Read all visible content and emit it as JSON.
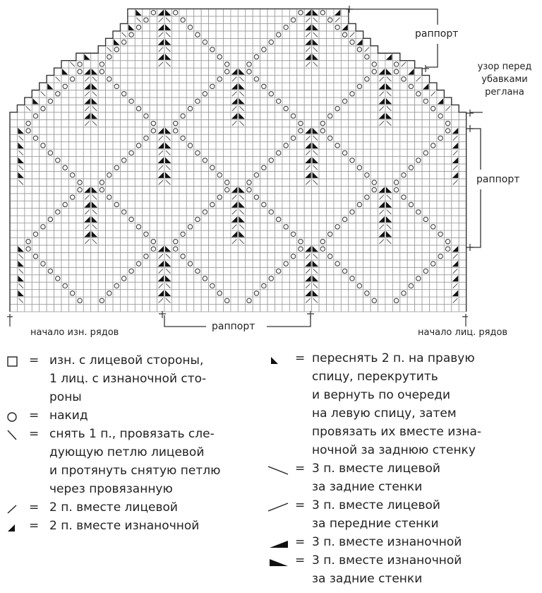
{
  "labels": {
    "rapport_top": "раппорт",
    "raglan_note": [
      "узор перед",
      "убавками",
      "реглана"
    ],
    "rapport_right": "раппорт",
    "rapport_bottom": "раппорт",
    "start_ws_rows": "начало изн. рядов",
    "start_rs_rows": "начало лиц. рядов"
  },
  "legend_left": [
    {
      "symbol": "empty-square",
      "eq": "=",
      "lines": [
        " изн. с лицевой стороны,",
        "1 лиц. с изнаночной сто-",
        "роны"
      ]
    },
    {
      "symbol": "circle",
      "eq": "=",
      "lines": [
        "накид"
      ]
    },
    {
      "symbol": "backslash",
      "eq": "=",
      "lines": [
        "снять 1 п., провязать сле-",
        "дующую петлю лицевой",
        "и протянуть снятую петлю",
        "через провязанную"
      ]
    },
    {
      "symbol": "slash",
      "eq": "=",
      "lines": [
        "2 п. вместе лицевой"
      ]
    },
    {
      "symbol": "triangle-right-black",
      "eq": "=",
      "lines": [
        "2 п. вместе изнаночной"
      ]
    }
  ],
  "legend_right": [
    {
      "symbol": "triangle-left-black",
      "eq": "=",
      "lines": [
        "переснять 2 п. на правую",
        "спицу, перекрутить",
        "и вернуть по очереди",
        "на левую спицу, затем",
        "провязать их вместе изна-",
        "ночной за заднюю стенку"
      ]
    },
    {
      "symbol": "long-backslash",
      "eq": "=",
      "lines": [
        "3 п. вместе лицевой",
        "за задние стенки"
      ]
    },
    {
      "symbol": "long-slash",
      "eq": "=",
      "lines": [
        "3 п. вместе лицевой",
        "за передние стенки"
      ]
    },
    {
      "symbol": "wide-triangle-right-black",
      "eq": "=",
      "lines": [
        "3 п. вместе изнаночной"
      ]
    },
    {
      "symbol": "wide-triangle-left-black",
      "eq": "=",
      "lines": [
        "3 п. вместе изнаночной",
        "за задние стенки"
      ]
    }
  ],
  "chart": {
    "stitches": 62,
    "body_rows": 27,
    "raglan_rows": 14,
    "repeat_stitches": 20,
    "repeat_rows": 16
  }
}
